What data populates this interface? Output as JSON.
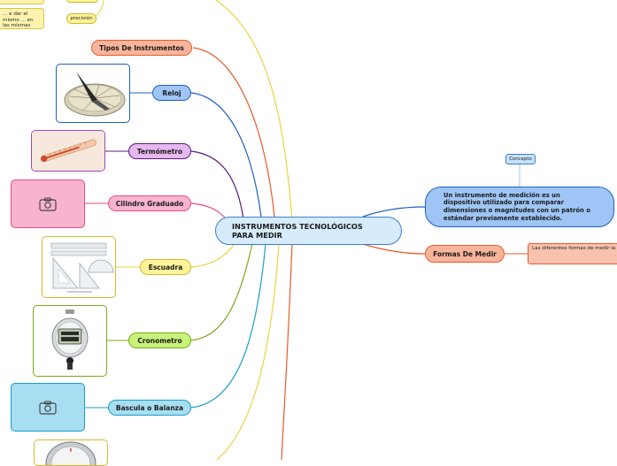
{
  "central": {
    "title": "INSTRUMENTOS TECNOLÓGICOS PARA MEDIR"
  },
  "concept": {
    "tag": "Concepto",
    "text": "Un instrumento de medición es un dispositivo utilizado para comparar dimensiones o magnitudes con un patrón o estándar previamente establecido."
  },
  "formas": {
    "label": "Formas De Medir",
    "note": "Las diferentes formas de medir la m... presentan en la vida moderna tiene... trabajo y en los hábitos de vida."
  },
  "top_fragment": {
    "note": "... e dar el mismo ... en las mismas",
    "tag": "precisión"
  },
  "branches": [
    {
      "label": "Tipos De Instrumentos",
      "color": "#e85a2b",
      "fill": "#f9b49c"
    },
    {
      "label": "Reloj",
      "color": "#1f5fc4",
      "fill": "#9ec5f5"
    },
    {
      "label": "Termómetro",
      "color": "#5a1a7a",
      "fill": "#e7b8f0"
    },
    {
      "label": "Cilindro Graduado",
      "color": "#e84a87",
      "fill": "#f8b4cf"
    },
    {
      "label": "Escuadra",
      "color": "#f0d040",
      "fill": "#fff49a"
    },
    {
      "label": "Cronometro",
      "color": "#7aaa1a",
      "fill": "#c8f27a"
    },
    {
      "label": "Bascula o Balanza",
      "color": "#1a9ec4",
      "fill": "#a7def2"
    }
  ],
  "icons": {
    "camera": "camera-icon"
  }
}
